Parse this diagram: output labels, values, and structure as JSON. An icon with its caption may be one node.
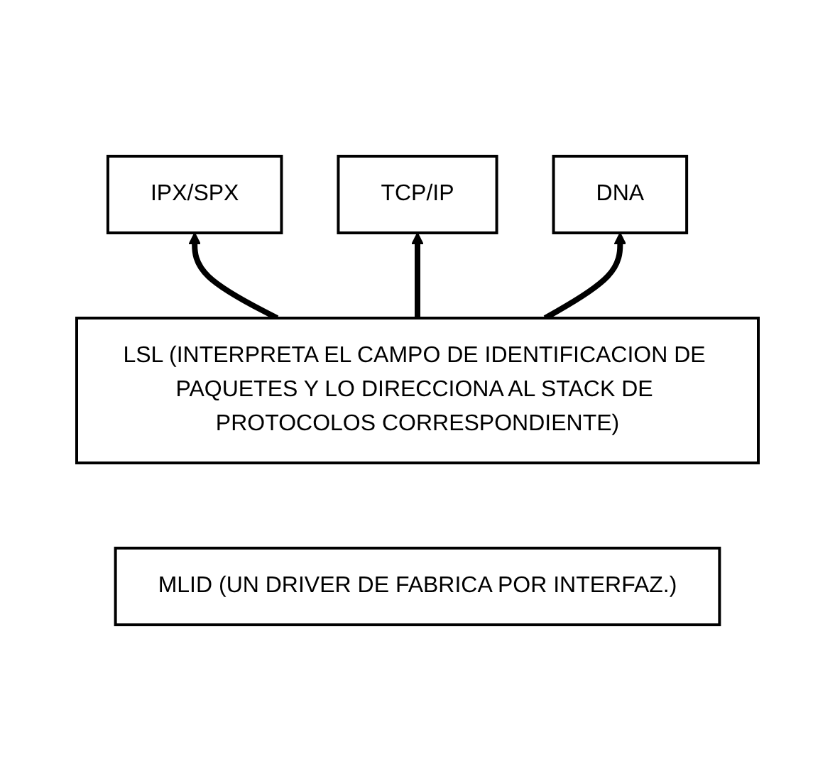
{
  "diagram": {
    "nodes": [
      {
        "text": [
          "IPX/SPX"
        ]
      },
      {
        "text": [
          "TCP/IP"
        ]
      },
      {
        "text": [
          "DNA"
        ]
      },
      {
        "text": [
          "LSL (INTERPRETA EL CAMPO DE IDENTIFICACION DE PAQUETES Y LO DIRECCIONA AL STACK DE PROTOCOLOS CORRESPONDIENTE)"
        ]
      },
      {
        "text": [
          "MLID (UN DRIVER DE FABRICA POR INTERFAZ.)"
        ]
      }
    ],
    "edges": [
      {
        "from": 3,
        "to": 0,
        "arrow": "to"
      },
      {
        "from": 3,
        "to": 1,
        "arrow": "to"
      },
      {
        "from": 3,
        "to": 2,
        "arrow": "to"
      }
    ]
  }
}
